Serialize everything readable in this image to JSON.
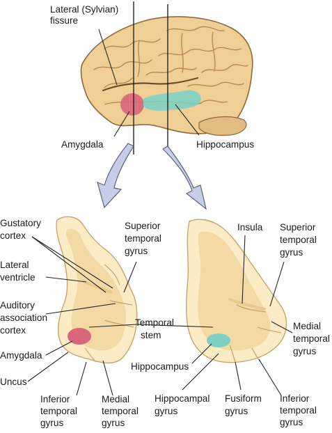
{
  "labels": {
    "lateral_fissure": [
      "Lateral (Sylvian)",
      "fissure"
    ],
    "amygdala_top": "Amygdala",
    "hippocampus_top": "Hippocampus",
    "gustatory_cortex": [
      "Gustatory",
      "cortex"
    ],
    "lateral_ventricle": [
      "Lateral",
      "ventricle"
    ],
    "auditory_cortex": [
      "Auditory",
      "association",
      "cortex"
    ],
    "amygdala_left": "Amygdala",
    "uncus": "Uncus",
    "inferior_temporal_left": [
      "Inferior",
      "temporal",
      "gyrus"
    ],
    "medial_temporal_left": [
      "Medial",
      "temporal",
      "gyrus"
    ],
    "superior_temporal_left": [
      "Superior",
      "temporal",
      "gyrus"
    ],
    "temporal_stem": [
      "Temporal",
      "stem"
    ],
    "insula": "Insula",
    "superior_temporal_right": [
      "Superior",
      "temporal",
      "gyrus"
    ],
    "medial_temporal_right": [
      "Medial",
      "temporal",
      "gyrus"
    ],
    "hippocampus_right": "Hippocampus",
    "hippocampal_gyrus": [
      "Hippocampal",
      "gyrus"
    ],
    "fusiform_gyrus": [
      "Fusiform",
      "gyrus"
    ],
    "inferior_temporal_right": [
      "Inferior",
      "temporal",
      "gyrus"
    ]
  },
  "colors": {
    "brain": "#f0cf95",
    "brain_dark": "#c9a36a",
    "section_pale": "#fbecc6",
    "section_grey": "#f2d7a0",
    "amygdala": "#d9677b",
    "hippocampus": "#7fd0c4",
    "arrow_fill": "#c6cde6",
    "arrow_stroke": "#5c6378",
    "leader": "#222222"
  }
}
